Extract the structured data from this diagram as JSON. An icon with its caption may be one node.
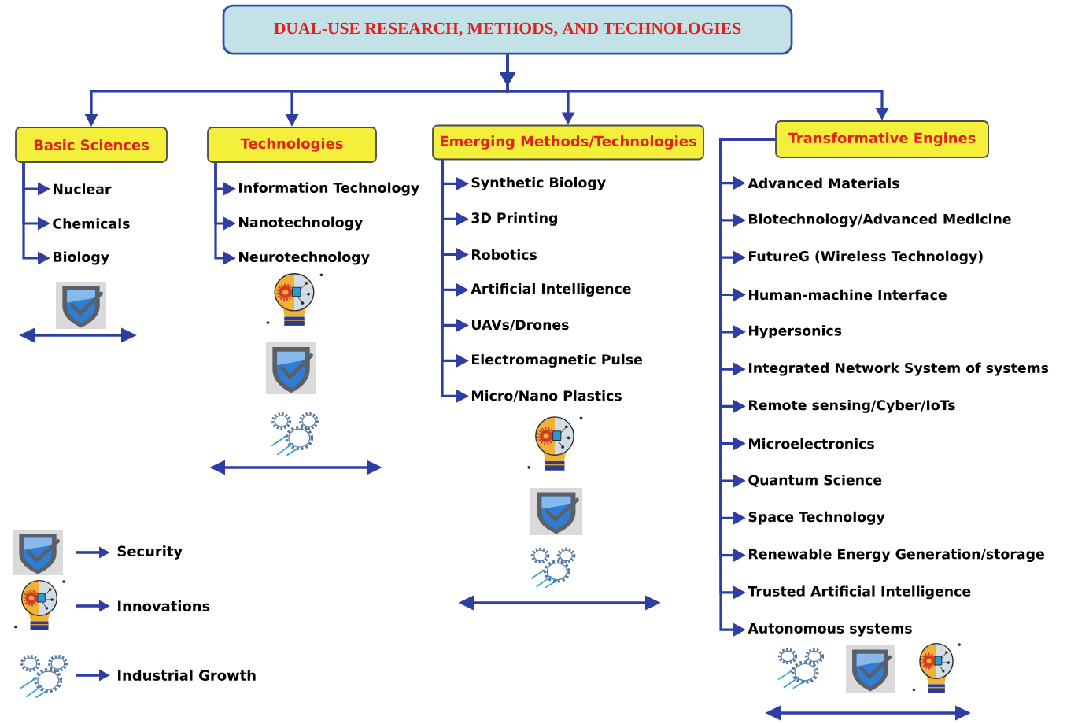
{
  "diagram": {
    "nodes": [
      {
        "text": [
          "DUAL-USE RESEARCH, METHODS, AND TECHNOLOGIES"
        ]
      },
      {
        "text": [
          "Basic Sciences"
        ]
      },
      {
        "text": [
          "Technologies"
        ]
      },
      {
        "text": [
          "Emerging Methods/Technologies"
        ]
      },
      {
        "text": [
          "Transformative Engines"
        ]
      },
      {
        "text": [
          "Nuclear"
        ]
      },
      {
        "text": [
          "Chemicals"
        ]
      },
      {
        "text": [
          "Biology"
        ]
      },
      {
        "text": [
          "Information Technology"
        ]
      },
      {
        "text": [
          "Nanotechnology"
        ]
      },
      {
        "text": [
          "Neurotechnology"
        ]
      },
      {
        "text": [
          "Synthetic Biology"
        ]
      },
      {
        "text": [
          "3D Printing"
        ]
      },
      {
        "text": [
          "Robotics"
        ]
      },
      {
        "text": [
          "Artificial Intelligence"
        ]
      },
      {
        "text": [
          "UAVs/Drones"
        ]
      },
      {
        "text": [
          "Electromagnetic Pulse"
        ]
      },
      {
        "text": [
          "Micro/Nano Plastics"
        ]
      },
      {
        "text": [
          "Advanced Materials"
        ]
      },
      {
        "text": [
          "Biotechnology/Advanced Medicine"
        ]
      },
      {
        "text": [
          "FutureG (Wireless Technology)"
        ]
      },
      {
        "text": [
          "Human-machine Interface"
        ]
      },
      {
        "text": [
          "Hypersonics"
        ]
      },
      {
        "text": [
          "Integrated Network System of systems"
        ]
      },
      {
        "text": [
          "Remote sensing/Cyber/IoTs"
        ]
      },
      {
        "text": [
          "Microelectronics"
        ]
      },
      {
        "text": [
          "Quantum Science"
        ]
      },
      {
        "text": [
          "Space Technology"
        ]
      },
      {
        "text": [
          "Renewable Energy Generation/storage"
        ]
      },
      {
        "text": [
          "Trusted Artificial Intelligence"
        ]
      },
      {
        "text": [
          "Autonomous systems"
        ]
      }
    ],
    "edges": [
      {
        "from": 0,
        "to": 1,
        "arrow": "to"
      },
      {
        "from": 0,
        "to": 2,
        "arrow": "to"
      },
      {
        "from": 0,
        "to": 3,
        "arrow": "to"
      },
      {
        "from": 0,
        "to": 4,
        "arrow": "to"
      },
      {
        "from": 1,
        "to": 5,
        "arrow": "to"
      },
      {
        "from": 1,
        "to": 6,
        "arrow": "to"
      },
      {
        "from": 1,
        "to": 7,
        "arrow": "to"
      },
      {
        "from": 2,
        "to": 8,
        "arrow": "to"
      },
      {
        "from": 2,
        "to": 9,
        "arrow": "to"
      },
      {
        "from": 2,
        "to": 10,
        "arrow": "to"
      },
      {
        "from": 3,
        "to": 11,
        "arrow": "to"
      },
      {
        "from": 3,
        "to": 12,
        "arrow": "to"
      },
      {
        "from": 3,
        "to": 13,
        "arrow": "to"
      },
      {
        "from": 3,
        "to": 14,
        "arrow": "to"
      },
      {
        "from": 3,
        "to": 15,
        "arrow": "to"
      },
      {
        "from": 3,
        "to": 16,
        "arrow": "to"
      },
      {
        "from": 3,
        "to": 17,
        "arrow": "to"
      },
      {
        "from": 4,
        "to": 18,
        "arrow": "to"
      },
      {
        "from": 4,
        "to": 19,
        "arrow": "to"
      },
      {
        "from": 4,
        "to": 20,
        "arrow": "to"
      },
      {
        "from": 4,
        "to": 21,
        "arrow": "to"
      },
      {
        "from": 4,
        "to": 22,
        "arrow": "to"
      },
      {
        "from": 4,
        "to": 23,
        "arrow": "to"
      },
      {
        "from": 4,
        "to": 24,
        "arrow": "to"
      },
      {
        "from": 4,
        "to": 25,
        "arrow": "to"
      },
      {
        "from": 4,
        "to": 26,
        "arrow": "to"
      },
      {
        "from": 4,
        "to": 27,
        "arrow": "to"
      },
      {
        "from": 4,
        "to": 28,
        "arrow": "to"
      },
      {
        "from": 4,
        "to": 29,
        "arrow": "to"
      },
      {
        "from": 4,
        "to": 30,
        "arrow": "to"
      }
    ],
    "legend": [
      {
        "text": "Security"
      },
      {
        "text": "Innovations"
      },
      {
        "text": "Industrial Growth"
      }
    ]
  }
}
